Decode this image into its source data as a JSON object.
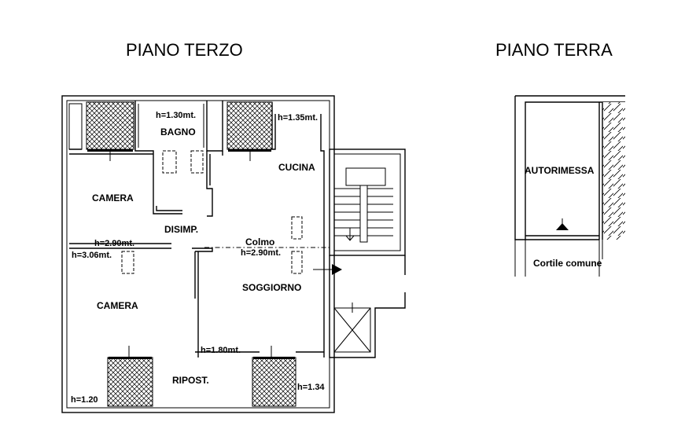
{
  "titles": {
    "third_floor": "PIANO TERZO",
    "ground_floor": "PIANO TERRA"
  },
  "rooms": {
    "bagno": "BAGNO",
    "camera_top": "CAMERA",
    "cucina": "CUCINA",
    "disimp": "DISIMP.",
    "colmo": "Colmo",
    "soggiorno": "SOGGIORNO",
    "camera_bottom": "CAMERA",
    "ripost": "RIPOST.",
    "autorimessa": "AUTORIMESSA"
  },
  "heights": {
    "bagno": "h=1.30mt.",
    "cucina": "h=1.35mt.",
    "camera_top": "h=2.90mt.",
    "camera_bottom": "h=3.06mt.",
    "colmo": "h=2.90mt.",
    "soggiorno": "h=1.80mt.",
    "corner_left": "h=1.20",
    "corner_right": "h=1.34"
  },
  "notes": {
    "cortile": "Cortile comune"
  }
}
